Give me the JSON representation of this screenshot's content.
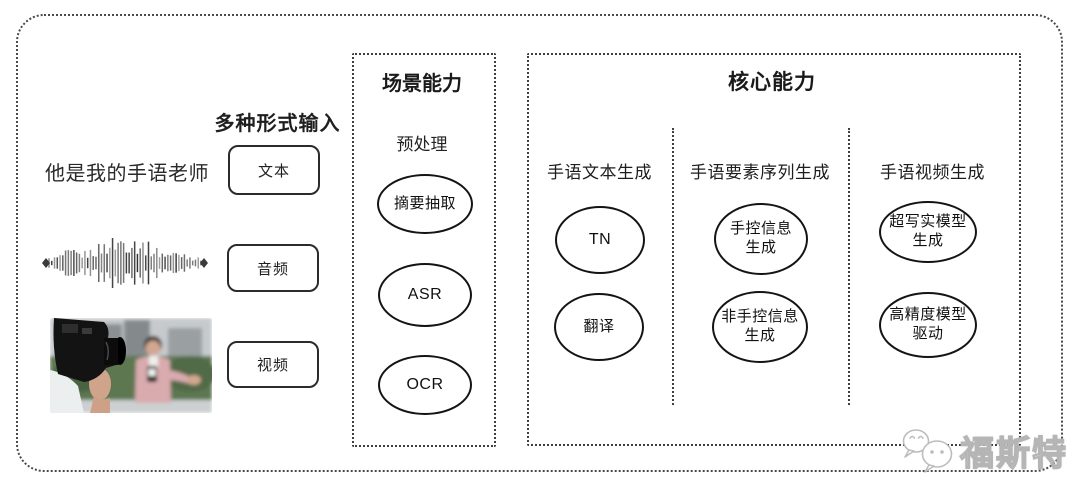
{
  "figure": {
    "description_note": "sign-language generation pipeline diagram"
  },
  "input": {
    "label": "多种形式输入",
    "sample_text": "他是我的手语老师",
    "waveform_icon": "audio-waveform-icon",
    "photo_icon": "reporter-filming-photo",
    "modalities": [
      {
        "label": "文本"
      },
      {
        "label": "音频"
      },
      {
        "label": "视频"
      }
    ]
  },
  "scene": {
    "title": "场景能力",
    "stage_label": "预处理",
    "nodes": [
      {
        "label": "摘要抽取"
      },
      {
        "label": "ASR"
      },
      {
        "label": "OCR"
      }
    ]
  },
  "core": {
    "title": "核心能力",
    "columns": [
      {
        "header": "手语文本生成",
        "nodes": [
          {
            "label": "TN"
          },
          {
            "label": "翻译"
          }
        ]
      },
      {
        "header": "手语要素序列生成",
        "nodes": [
          {
            "label": [
              "手控信息",
              "生成"
            ]
          },
          {
            "label": [
              "非手控信息",
              "生成"
            ]
          }
        ]
      },
      {
        "header": "手语视频生成",
        "nodes": [
          {
            "label": [
              "超写实模型",
              "生成"
            ]
          },
          {
            "label": [
              "高精度模型",
              "驱动"
            ]
          }
        ]
      }
    ]
  },
  "watermark": {
    "text": "福斯特",
    "logo": "chat-bubbles-icon"
  },
  "colors": {
    "stroke": "#141414",
    "dotted_border": "#3f3f3f",
    "watermark_gray": "#b5b5b5",
    "photo_pink": "#d9abae",
    "photo_green": "#5d7751"
  }
}
